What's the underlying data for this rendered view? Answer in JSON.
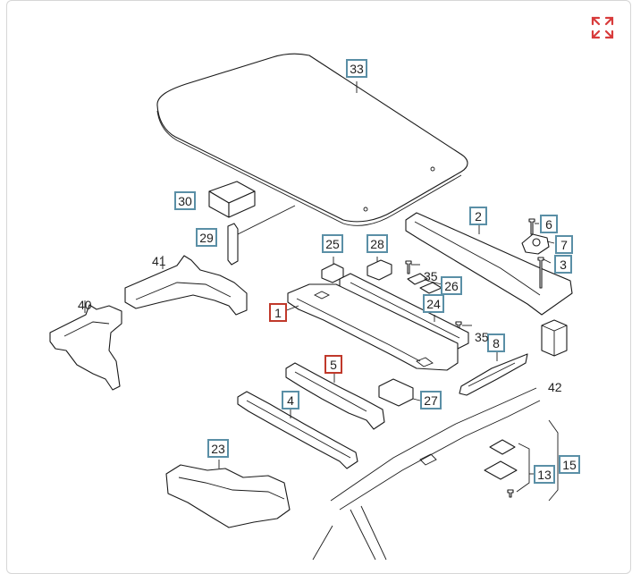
{
  "colors": {
    "accent": "#5a8fa6",
    "highlight": "#c0392b",
    "expand_icon": "#d83b3b"
  },
  "toolbar": {
    "expand_icon": "expand-icon"
  },
  "callouts": [
    {
      "id": "c33",
      "label": "33",
      "style": "accent"
    },
    {
      "id": "c30",
      "label": "30",
      "style": "accent"
    },
    {
      "id": "c2",
      "label": "2",
      "style": "accent"
    },
    {
      "id": "c6",
      "label": "6",
      "style": "accent"
    },
    {
      "id": "c7",
      "label": "7",
      "style": "accent"
    },
    {
      "id": "c3",
      "label": "3",
      "style": "accent"
    },
    {
      "id": "c29",
      "label": "29",
      "style": "accent"
    },
    {
      "id": "c25",
      "label": "25",
      "style": "accent"
    },
    {
      "id": "c28",
      "label": "28",
      "style": "accent"
    },
    {
      "id": "c26",
      "label": "26",
      "style": "accent"
    },
    {
      "id": "c24",
      "label": "24",
      "style": "accent"
    },
    {
      "id": "c1",
      "label": "1",
      "style": "highlight"
    },
    {
      "id": "c5",
      "label": "5",
      "style": "highlight"
    },
    {
      "id": "c8",
      "label": "8",
      "style": "accent"
    },
    {
      "id": "c4",
      "label": "4",
      "style": "accent"
    },
    {
      "id": "c27",
      "label": "27",
      "style": "accent"
    },
    {
      "id": "c23",
      "label": "23",
      "style": "accent"
    },
    {
      "id": "c13",
      "label": "13",
      "style": "accent"
    },
    {
      "id": "c15",
      "label": "15",
      "style": "accent"
    }
  ],
  "plain_labels": [
    {
      "id": "l41",
      "label": "41"
    },
    {
      "id": "l40",
      "label": "40"
    },
    {
      "id": "l35a",
      "label": "35"
    },
    {
      "id": "l35b",
      "label": "35"
    },
    {
      "id": "l42",
      "label": "42"
    }
  ]
}
